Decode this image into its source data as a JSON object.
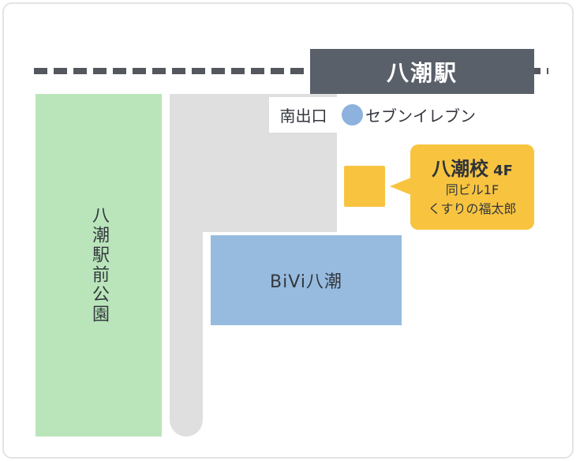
{
  "map": {
    "title_context": "access-map",
    "station": {
      "label": "八潮駅"
    },
    "south_exit": {
      "label": "南出口"
    },
    "seven_eleven": {
      "label": "セブンイレブン"
    },
    "school_callout": {
      "title": "八潮校",
      "floor": "4F",
      "note_line1": "同ビル1F",
      "note_line2": "くすりの福太郎"
    },
    "park": {
      "label": "八潮駅前公園"
    },
    "bivi_building": {
      "label": "BiVi八潮"
    }
  },
  "colors": {
    "station_gray": "#5a6069",
    "rail_dash_gray": "#54585e",
    "park_green": "#bae5ba",
    "road_gray": "#dfdfdf",
    "accent_yellow": "#f8c43f",
    "bivi_blue": "#96bbdf",
    "marker_blue": "#8cb2dd",
    "text_dark": "#33373e",
    "frame_border": "#e4e4e4"
  }
}
